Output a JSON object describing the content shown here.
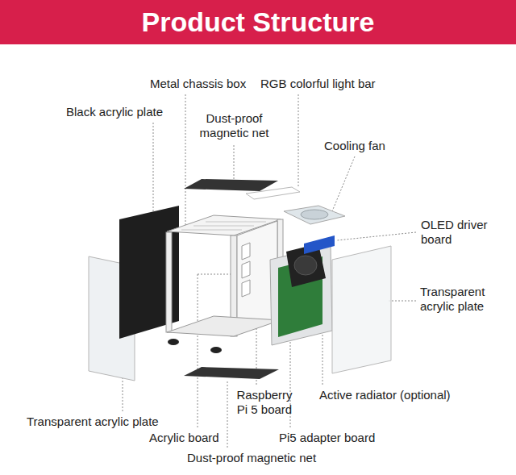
{
  "diagram": {
    "title": "Product Structure",
    "labels": [
      "Metal chassis box",
      "RGB colorful light bar",
      "Black acrylic plate",
      "Dust-proof magnetic net",
      "Cooling fan",
      "OLED driver board",
      "Transparent acrylic plate",
      "Transparent acrylic plate",
      "Raspberry Pi 5 board",
      "Active radiator (optional)",
      "Acrylic board",
      "Pi5 adapter board",
      "Dust-proof magnetic net"
    ]
  }
}
